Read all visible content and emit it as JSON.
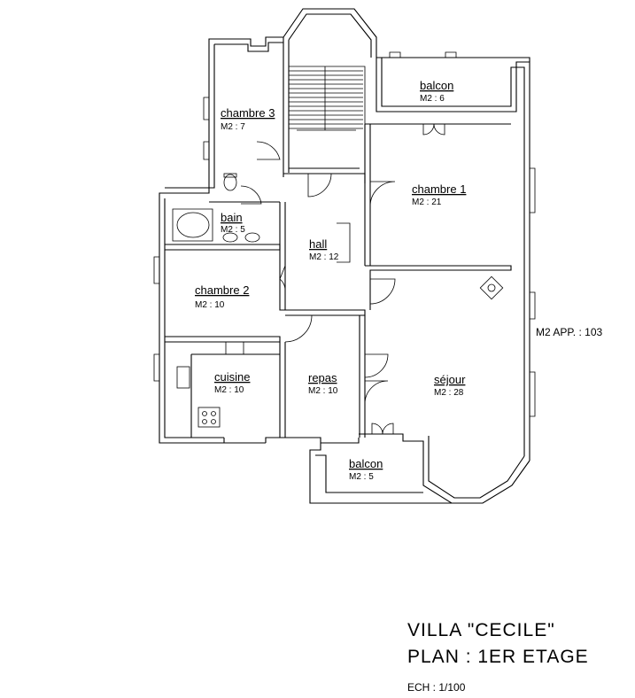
{
  "rooms": [
    {
      "name": "chambre 3",
      "area": "M2 : 7"
    },
    {
      "name": "balcon",
      "area": "M2 : 6"
    },
    {
      "name": "chambre 1",
      "area": "M2 : 21"
    },
    {
      "name": "bain",
      "area": "M2 : 5"
    },
    {
      "name": "hall",
      "area": "M2 : 12"
    },
    {
      "name": "chambre 2",
      "area": "M2 : 10"
    },
    {
      "name": "cuisine",
      "area": "M2 : 10"
    },
    {
      "name": "repas",
      "area": "M2 : 10"
    },
    {
      "name": "séjour",
      "area": "M2 : 28"
    },
    {
      "name": "balcon",
      "area": "M2 : 5"
    }
  ],
  "total_area": "M2 APP. : 103",
  "title": {
    "line1": "VILLA \"CECILE\"",
    "line2": "PLAN : 1ER ETAGE",
    "line3": "ECH : 1/100"
  }
}
